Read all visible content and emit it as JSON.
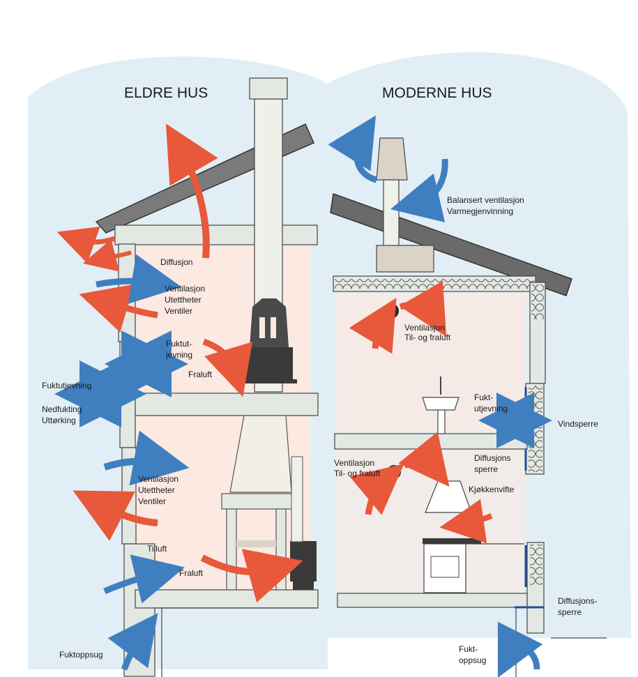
{
  "titles": {
    "left": "ELDRE HUS",
    "right": "MODERNE HUS"
  },
  "left_labels": {
    "diffusjon": "Diffusjon",
    "vent_upper": [
      "Ventilasjon",
      "Utettheter",
      "Ventiler"
    ],
    "fuktut_inner": [
      "Fuktut-",
      "jevning"
    ],
    "fraluft_upper": "Fraluft",
    "fuktutjevning_outer": "Fuktutjevning",
    "nedfukting": [
      "Nedfukting",
      "Uttørking"
    ],
    "vent_lower": [
      "Ventilasjon",
      "Utettheter",
      "Ventiler"
    ],
    "tilluft": "Tilluft",
    "fraluft_lower": "Fraluft",
    "fuktoppsug": "Fuktoppsug"
  },
  "right_labels": {
    "balansert": [
      "Balansert ventilasjon",
      "Varmegjenvinning"
    ],
    "vent_upper": [
      "Ventilasjon",
      "Til- og fraluft"
    ],
    "fukt_utjevning": [
      "Fukt-",
      "utjevning"
    ],
    "vindsperre": "Vindsperre",
    "diffusjons_sperre": [
      "Diffusjons",
      "sperre"
    ],
    "vent_lower": [
      "Ventilasjon",
      "Til- og fraluft"
    ],
    "kjokkenvifte": "Kjøkkenvifte",
    "diffusjonssperre": [
      "Diffusjons-",
      "sperre"
    ],
    "fukt_oppsug": [
      "Fukt-",
      "oppsug"
    ]
  },
  "colors": {
    "sky_blue": "#cfe3ee",
    "warm_red": "#e8583a",
    "cool_blue": "#3f7fc0",
    "wall_grey": "#e4e8e2",
    "roof_dark": "#6a6a6a",
    "stove_dark": "#3a3a3a"
  }
}
